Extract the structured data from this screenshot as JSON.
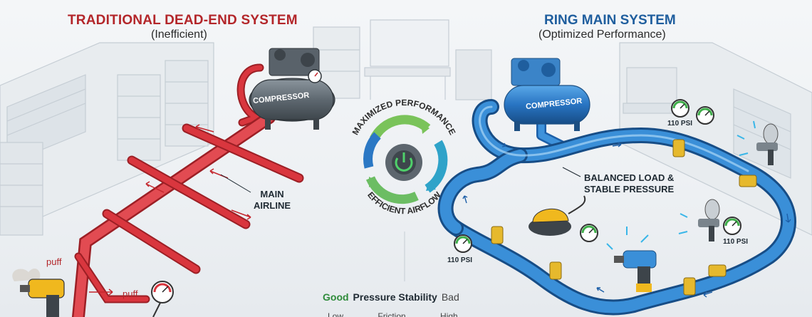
{
  "left": {
    "title": "TRADITIONAL DEAD-END SYSTEM",
    "subtitle": "(Inefficient)",
    "compressor_label": "COMPRESSOR",
    "main_airline_label": [
      "MAIN",
      "AIRLINE"
    ],
    "puff_labels": [
      "puff",
      "puff"
    ]
  },
  "center": {
    "ring_text_top": "MAXIMIZED PERFORMANCE",
    "ring_text_bottom": "EFFICIENT AIRFLOW",
    "scale": {
      "good": "Good",
      "label": "Pressure Stability",
      "bad": "Bad",
      "row2": [
        "Low",
        "Friction",
        "High"
      ]
    }
  },
  "right": {
    "title": "RING MAIN SYSTEM",
    "subtitle": "(Optimized Performance)",
    "compressor_label": "COMPRESSOR",
    "balanced_label": [
      "BALANCED LOAD &",
      "STABLE PRESSURE"
    ],
    "psi_labels": [
      "110 PSI",
      "110 PSI",
      "110 PSI"
    ]
  },
  "colors": {
    "dead_end_pipe": "#d9363e",
    "ring_pipe": "#2f86d4",
    "fitting": "#e6b92d",
    "left_title": "#b3262a",
    "right_title": "#1f5e9e",
    "good": "#2e8b3a"
  }
}
